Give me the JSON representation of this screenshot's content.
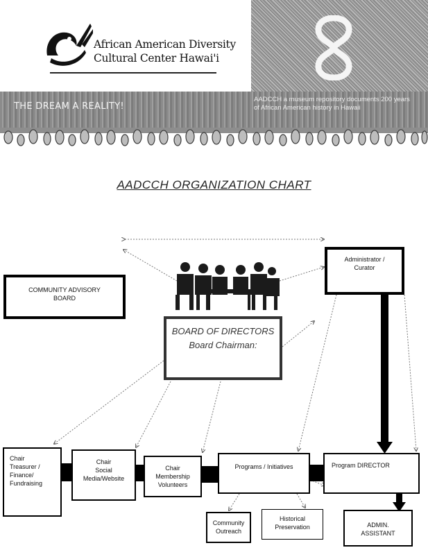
{
  "banner": {
    "org_name_line1": "African American Diversity",
    "org_name_line2": "Cultural Center Hawai'i",
    "tagline": "THE DREAM A REALITY!",
    "blurb": "AADCCH a museum repository documents 200 years of African American history in Hawaii",
    "logo_icon": "bird-logo-icon",
    "ornament_icon": "adinkra-symbol-icon",
    "colors": {
      "band": "#8b8b8b",
      "text_light": "#f4f4f4"
    }
  },
  "title": "AADCCH ORGANIZATION CHART",
  "boxes": {
    "community_advisory": {
      "line1": "COMMUNITY ADVISORY",
      "line2": "BOARD"
    },
    "administrator": {
      "line1": "Administrator /",
      "line2": "Curator"
    },
    "board": {
      "line1": "BOARD OF DIRECTORS",
      "line2": "Board Chairman:"
    },
    "treasurer": {
      "line1": "Chair",
      "line2": "Treasurer /",
      "line3": "Finance/",
      "line4": "Fundraising"
    },
    "social": {
      "line1": "Chair",
      "line2": "Social",
      "line3": "Media/Website"
    },
    "membership": {
      "line1": "Chair",
      "line2": "Membership",
      "line3": "Volunteers"
    },
    "programs": {
      "line1": "Programs / Initiatives"
    },
    "program_director": {
      "line1": "Program DIRECTOR"
    },
    "outreach": {
      "line1": "Community",
      "line2": "Outreach"
    },
    "historical": {
      "line1": "Historical",
      "line2": "Preservation"
    },
    "admin_assistant": {
      "line1": "ADMIN.",
      "line2": "ASSISTANT"
    }
  },
  "board_icon": "board-meeting-silhouette-icon"
}
